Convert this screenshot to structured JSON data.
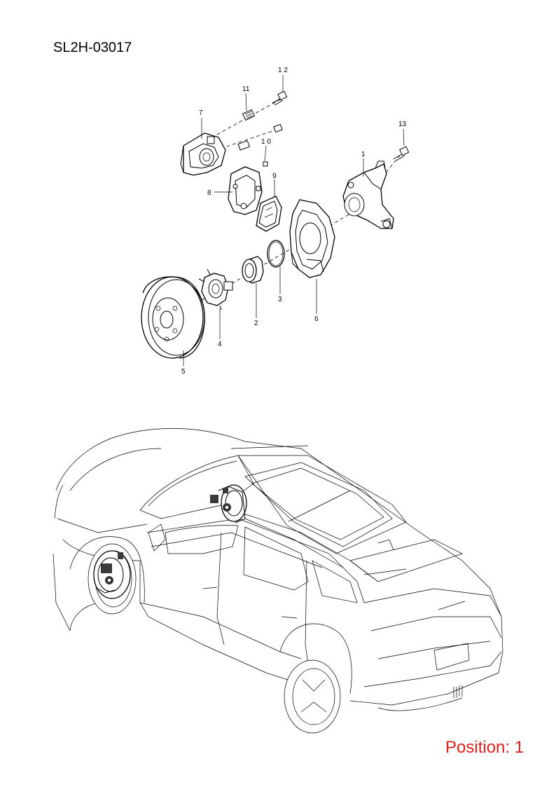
{
  "diagram_code": "SL2H-03017",
  "position_label": "Position: 1",
  "callouts": [
    {
      "id": "c1",
      "label": "1"
    },
    {
      "id": "c2",
      "label": "2"
    },
    {
      "id": "c3",
      "label": "3"
    },
    {
      "id": "c4",
      "label": "4"
    },
    {
      "id": "c5",
      "label": "5"
    },
    {
      "id": "c6",
      "label": "6"
    },
    {
      "id": "c7",
      "label": "7"
    },
    {
      "id": "c8",
      "label": "8"
    },
    {
      "id": "c9",
      "label": "9"
    },
    {
      "id": "c10",
      "label": "1 0"
    },
    {
      "id": "c11",
      "label": "11"
    },
    {
      "id": "c12",
      "label": "1 2"
    },
    {
      "id": "c13",
      "label": "13"
    }
  ],
  "colors": {
    "position_text": "#e0201b",
    "line": "#000000"
  }
}
